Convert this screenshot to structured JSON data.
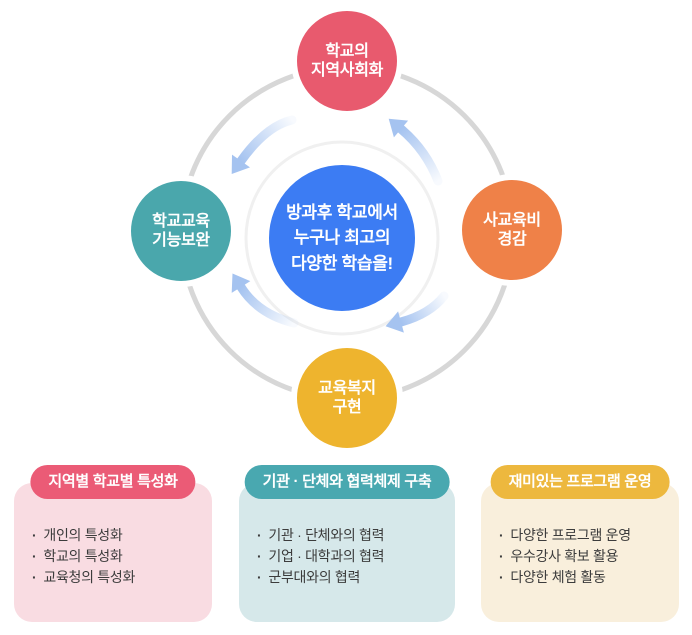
{
  "diagram": {
    "center": {
      "lines": [
        "방과후 학교에서",
        "누구나 최고의",
        "다양한 학습을!"
      ],
      "color": "#3C7CF3"
    },
    "nodes": {
      "top": {
        "label_lines": [
          "학교의",
          "지역사회화"
        ],
        "color": "#E85A6E"
      },
      "left": {
        "label_lines": [
          "학교교육",
          "기능보완"
        ],
        "color": "#4AA7AC"
      },
      "right": {
        "label_lines": [
          "사교육비",
          "경감"
        ],
        "color": "#EF8148"
      },
      "bottom": {
        "label_lines": [
          "교육복지",
          "구현"
        ],
        "color": "#EEB42E"
      }
    },
    "ring_color": "#D7D7D7",
    "arrow_color": "#A5C3F0"
  },
  "bullet_char": "·",
  "cards": [
    {
      "title": "지역별 학교별 특성화",
      "accent": "#EB5B76",
      "bg": "#F9DCE2",
      "items": [
        "개인의 특성화",
        "학교의 특성화",
        "교육청의 특성화"
      ]
    },
    {
      "title": "기관 · 단체와 협력체제 구축",
      "accent": "#49A8B0",
      "bg": "#D6E8EA",
      "items": [
        "기관 · 단체와의 협력",
        "기업 · 대학과의 협력",
        "군부대와의 협력"
      ]
    },
    {
      "title": "재미있는 프로그램 운영",
      "accent": "#EDB83E",
      "bg": "#F9EFDC",
      "items": [
        "다양한 프로그램 운영",
        "우수강사 확보 활용",
        "다양한 체험 활동"
      ]
    }
  ]
}
